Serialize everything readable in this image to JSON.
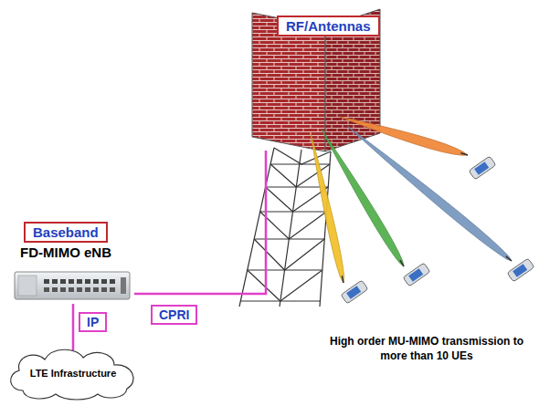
{
  "diagram": {
    "nodes": [
      {
        "text": [
          "RF/Antennas"
        ]
      },
      {
        "text": [
          "Baseband",
          "FD-MIMO eNB"
        ]
      },
      {
        "text": [
          "LTE Infrastructure"
        ]
      }
    ],
    "edges": [
      {
        "from": 1,
        "to": 0,
        "label": "CPRI",
        "arrow": "none"
      },
      {
        "from": 1,
        "to": 2,
        "label": "IP",
        "arrow": "none"
      }
    ],
    "labels": [
      "High order MU-MIMO transmission to more than 10 UEs"
    ]
  }
}
